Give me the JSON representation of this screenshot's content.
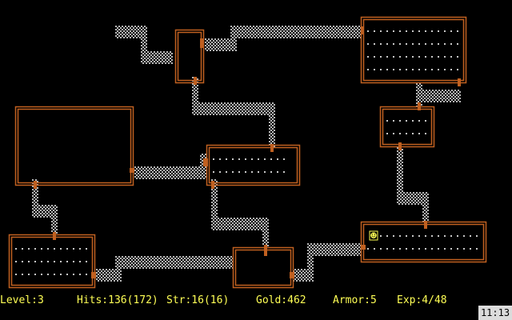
{
  "status": {
    "level": "Level:3",
    "hits": "Hits:136(172)",
    "str": "Str:16(16)",
    "gold": "Gold:462",
    "armor": "Armor:5",
    "exp": "Exp:4/48"
  },
  "clock": "11:13",
  "player_glyph": "☻",
  "colors": {
    "wall": "#c06020",
    "passage": "#b4b4b4",
    "floor": "#c8c8c8",
    "status_text": "#ffff55",
    "player": "#ffff55"
  },
  "icons": {
    "player": "player-icon",
    "room": "room-wall",
    "door": "door",
    "passage": "passage",
    "floor": "floor-dot"
  }
}
